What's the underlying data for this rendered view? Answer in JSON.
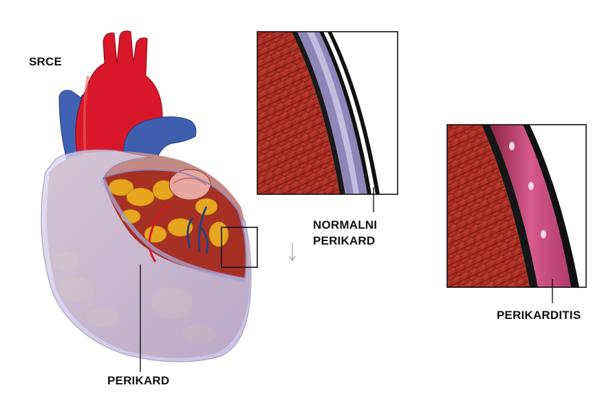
{
  "labels": {
    "heart": "SRCE",
    "pericardium": "PERIKARD",
    "normal": "NORMALNI\nPERIKARD",
    "pericarditis": "PERIKARDITIS"
  },
  "colors": {
    "aorta": "#d8182a",
    "veins": "#3d5fae",
    "muscle": "#9e2a1e",
    "fat": "#e6a620",
    "sac": "#c9c3e3",
    "inflamed": "#c9457a"
  }
}
